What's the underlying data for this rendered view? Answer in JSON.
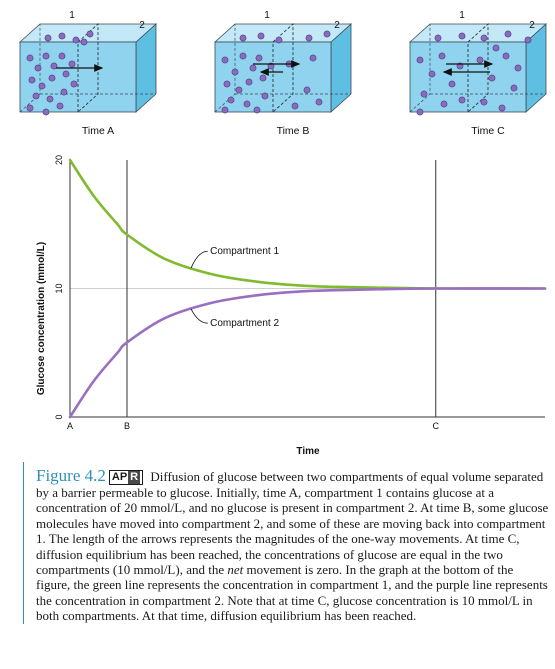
{
  "panels": [
    {
      "label": "Time A",
      "left_number": "1",
      "right_number": "2"
    },
    {
      "label": "Time B",
      "left_number": "1",
      "right_number": "2"
    },
    {
      "label": "Time C",
      "left_number": "1",
      "right_number": "2"
    }
  ],
  "colors": {
    "box_front": "#8fd3ef",
    "box_top": "#c3e8f7",
    "box_side": "#5fbfe3",
    "molecule": "#8b6bc0",
    "compartment1_line": "#7fba2f",
    "compartment2_line": "#9a6fc0",
    "caption_accent": "#2e8fb8"
  },
  "chart_data": {
    "type": "line",
    "x_categories": [
      "A",
      "B",
      "C"
    ],
    "xlabel": "Time",
    "ylabel": "Glucose concentration (mmol/L)",
    "yticks": [
      "0",
      "10",
      "20"
    ],
    "ylim": [
      0,
      20
    ],
    "xlim": [
      0,
      1
    ],
    "x_category_positions": [
      0,
      0.12,
      0.77
    ],
    "grid_hline_at": 10,
    "vlines_at": [
      "B",
      "C"
    ],
    "series": [
      {
        "name": "Compartment 1",
        "x": [
          0,
          0.05,
          0.1,
          0.12,
          0.2,
          0.3,
          0.4,
          0.5,
          0.6,
          0.77,
          1.0
        ],
        "y": [
          20,
          17.2,
          15.0,
          14.2,
          12.3,
          11.1,
          10.5,
          10.2,
          10.1,
          10.0,
          10.0
        ]
      },
      {
        "name": "Compartment 2",
        "x": [
          0,
          0.05,
          0.1,
          0.12,
          0.2,
          0.3,
          0.4,
          0.5,
          0.6,
          0.77,
          1.0
        ],
        "y": [
          0,
          2.8,
          5.0,
          5.8,
          7.7,
          8.9,
          9.5,
          9.8,
          9.9,
          10.0,
          10.0
        ]
      }
    ]
  },
  "caption": {
    "fig_number": "Figure 4.2",
    "apr_label": "AP",
    "apr_r": "R",
    "text_before_net": "Diffusion of glucose between two compartments of equal volume separated by a barrier permeable to glucose. Initially, time A, compartment 1 contains glucose at a concentration of 20 mmol/L, and no glucose is present in compartment 2. At time B, some glucose molecules have moved into compartment 2, and some of these are moving back into compartment 1. The length of the arrows represents the magnitudes of the one-way movements. At time C, diffusion equilibrium has been reached, the concentrations of glucose are equal in the two compartments (10 mmol/L), and the",
    "net_word": "net",
    "text_after_net": "movement is zero. In the graph at the bottom of the figure, the green line represents the concentration in compartment 1, and the purple line represents the concentration in compartment 2. Note that at time C, glucose concentration is 10 mmol/L in both compartments. At that time, diffusion equilibrium has been reached."
  }
}
